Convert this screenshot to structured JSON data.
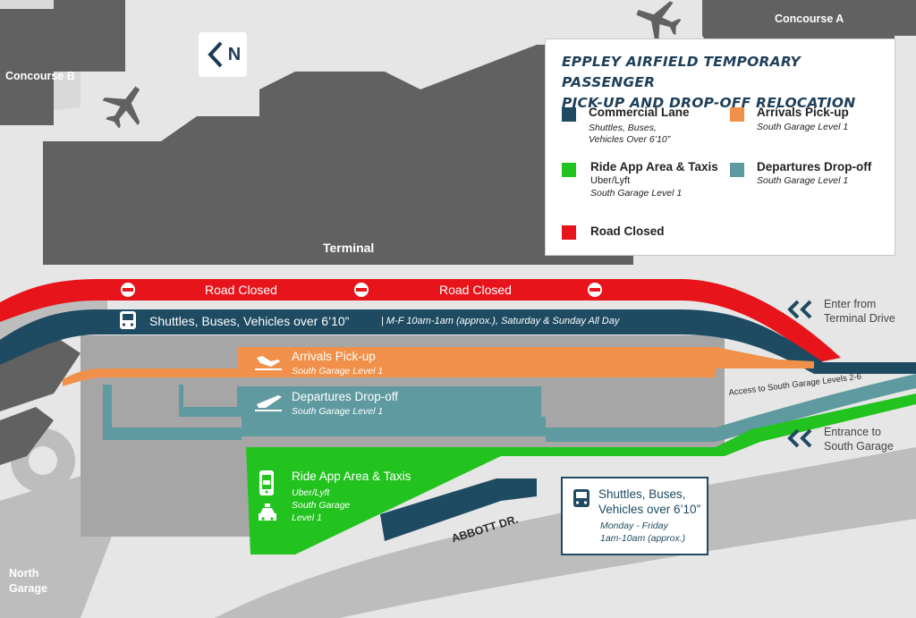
{
  "title": {
    "line1": "EPPLEY AIRFIELD TEMPORARY PASSENGER",
    "line2": "PICK-UP AND DROP-OFF RELOCATION"
  },
  "colors": {
    "commercial": "#1e4a62",
    "arrivals": "#f0904a",
    "departures": "#5e9aa0",
    "ride_app": "#22c31f",
    "road_closed": "#e8141b",
    "building": "#616161",
    "road": "#bdbdbd",
    "concrete": "#a6a6a6"
  },
  "north": {
    "letter": "N",
    "icon": "north-arrow-icon"
  },
  "places": {
    "concourse_a": "Concourse A",
    "concourse_b": "Concourse B",
    "terminal": "Terminal",
    "north_garage_line1": "North",
    "north_garage_line2": "Garage",
    "abbott": "ABBOTT DR.",
    "access_levels": "Access to South Garage Levels 2-6"
  },
  "legend": {
    "commercial": {
      "name": "Commercial Lane",
      "sub1": "Shuttles, Buses,",
      "sub2": "Vehicles Over 6’10”"
    },
    "arrivals": {
      "name": "Arrivals Pick-up",
      "sub": "South Garage Level 1"
    },
    "ride_app": {
      "name": "Ride App Area & Taxis",
      "sub1": "Uber/Lyft",
      "sub2": "South Garage Level 1"
    },
    "departures": {
      "name": "Departures Drop-off",
      "sub": "South Garage Level 1"
    },
    "road_closed": {
      "name": "Road Closed"
    }
  },
  "roads": {
    "closed_label": "Road Closed",
    "shuttle_label": "Shuttles, Buses, Vehicles over 6’10”",
    "shuttle_hours": "| M-F 10am-1am (approx.), Saturday & Sunday All Day",
    "arrivals_label": "Arrivals Pick-up",
    "arrivals_sub": "South Garage Level 1",
    "departures_label": "Departures Drop-off",
    "departures_sub": "South Garage Level 1",
    "rideapp_label": "Ride App Area & Taxis",
    "rideapp_sub1": "Uber/Lyft",
    "rideapp_sub2": "South Garage",
    "rideapp_sub3": "Level 1"
  },
  "entries": {
    "terminal_drive_line1": "Enter from",
    "terminal_drive_line2": "Terminal Drive",
    "south_garage_line1": "Entrance to",
    "south_garage_line2": "South Garage"
  },
  "shuttle_box": {
    "title1": "Shuttles, Buses,",
    "title2": "Vehicles over 6’10”",
    "sub1": "Monday - Friday",
    "sub2": "1am-10am (approx.)"
  }
}
